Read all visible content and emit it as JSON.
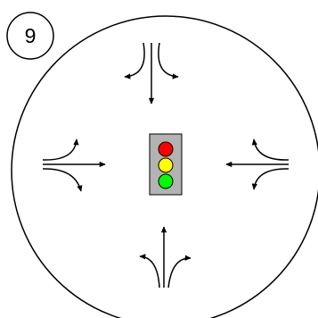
{
  "badge": {
    "label": "9"
  },
  "traffic_light": {
    "housing_color": "#b3b3b3",
    "lamps": [
      {
        "name": "red",
        "color": "#ff0000"
      },
      {
        "name": "yellow",
        "color": "#ffff00"
      },
      {
        "name": "green",
        "color": "#00ff00"
      }
    ]
  },
  "arrow_groups": [
    {
      "position": "top",
      "movements": [
        "left",
        "straight",
        "right"
      ]
    },
    {
      "position": "left",
      "movements": [
        "left",
        "straight",
        "right"
      ]
    },
    {
      "position": "right",
      "movements": [
        "left",
        "straight",
        "right"
      ]
    },
    {
      "position": "bottom",
      "movements": [
        "left",
        "straight",
        "right"
      ]
    }
  ],
  "colors": {
    "stroke": "#000000",
    "background": "#ffffff"
  }
}
